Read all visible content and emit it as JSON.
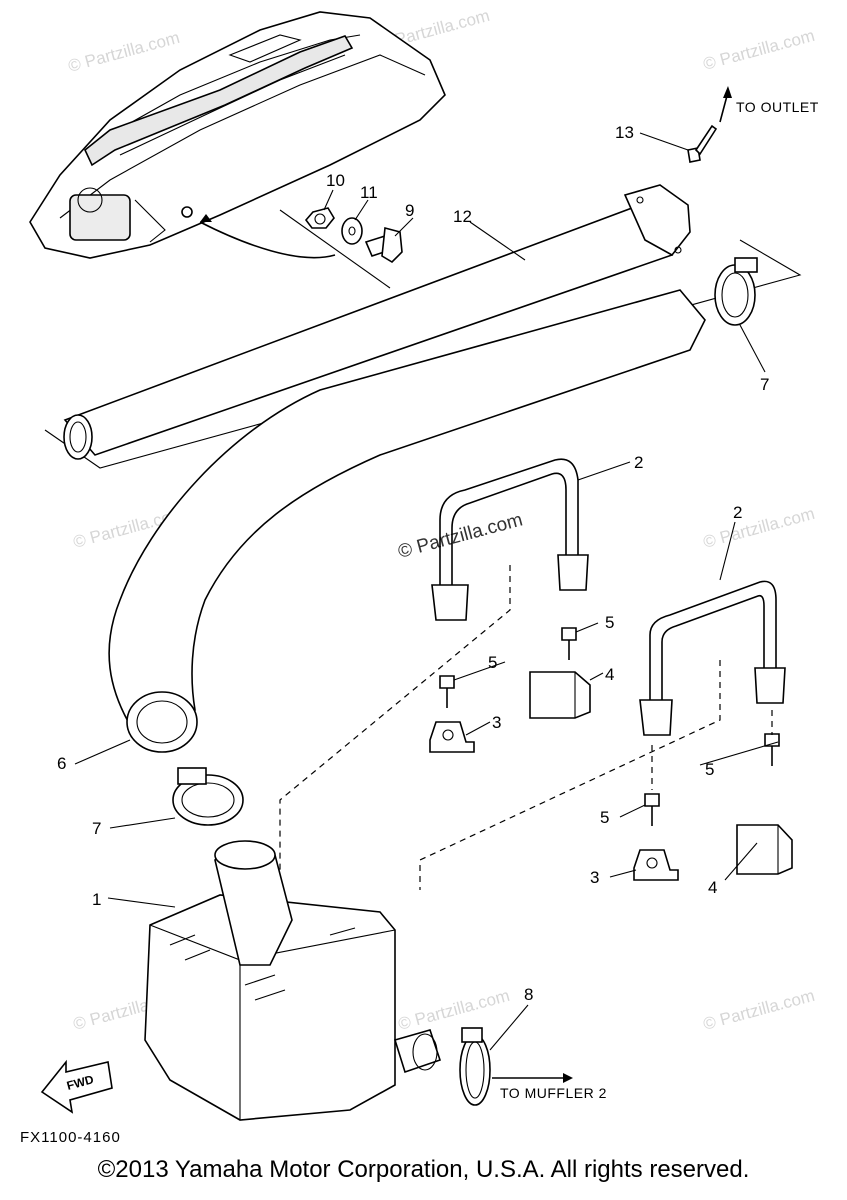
{
  "watermarks": [
    "© Partzilla.com",
    "© Partzilla.com",
    "© Partzilla.com",
    "© Partzilla.com",
    "© Partzilla.com",
    "© Partzilla.com",
    "© Partzilla.com",
    "© Partzilla.com",
    "© Partzilla.com"
  ],
  "callouts": {
    "c1": "1",
    "c2a": "2",
    "c2b": "2",
    "c3a": "3",
    "c3b": "3",
    "c4a": "4",
    "c4b": "4",
    "c5a": "5",
    "c5b": "5",
    "c5c": "5",
    "c5d": "5",
    "c6": "6",
    "c7a": "7",
    "c7b": "7",
    "c8": "8",
    "c9": "9",
    "c10": "10",
    "c11": "11",
    "c12": "12",
    "c13": "13"
  },
  "notes": {
    "to_outlet": "TO OUTLET",
    "to_muffler": "TO MUFFLER 2"
  },
  "fwd_label": "FWD",
  "diagram_code": "FX1100-4160",
  "copyright": "©2013  Yamaha Motor Corporation, U.S.A. All rights reserved."
}
